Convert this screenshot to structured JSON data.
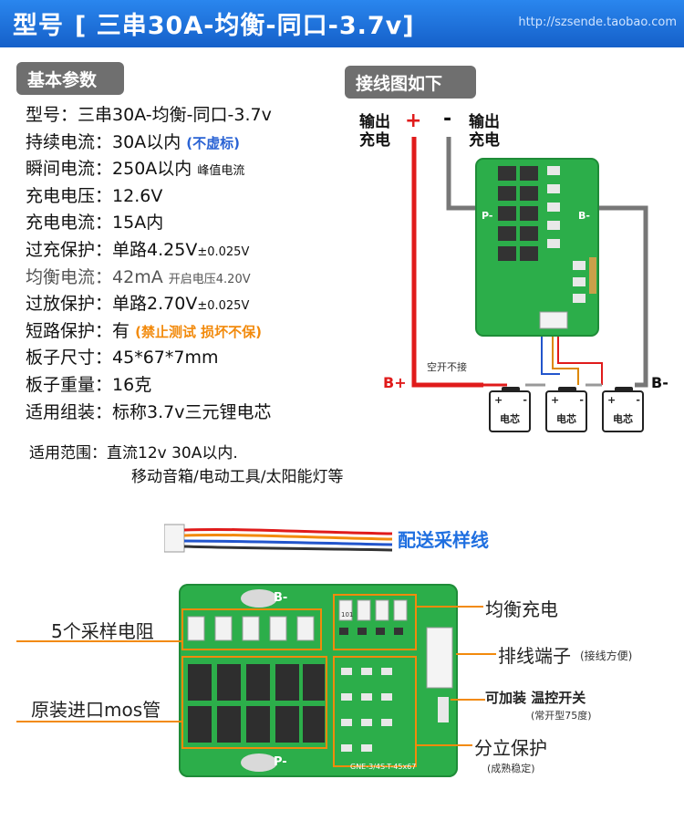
{
  "header": {
    "model_prefix": "型号",
    "model_title": "[ 三串30A-均衡-同口-3.7v]",
    "url": "http://szsende.taobao.com"
  },
  "sections": {
    "basic": "基本参数",
    "wiring": "接线图如下"
  },
  "specs": [
    {
      "key": "型号",
      "value": "三串30A-均衡-同口-3.7v"
    },
    {
      "key": "持续电流",
      "value": "30A以内",
      "note": "(不虚标)"
    },
    {
      "key": "瞬间电流",
      "value": "250A以内",
      "note": "峰值电流"
    },
    {
      "key": "充电电压",
      "value": "12.6V"
    },
    {
      "key": "充电电流",
      "value": "15A内"
    },
    {
      "key": "过充保护",
      "value": "单路4.25V",
      "note": "±0.025V"
    },
    {
      "key": "均衡电流",
      "value": "42mA",
      "note": "开启电压4.20V"
    },
    {
      "key": "过放保护",
      "value": "单路2.70V",
      "note": "±0.025V"
    },
    {
      "key": "短路保护",
      "value": "有",
      "note": "(禁止测试 损坏不保)"
    },
    {
      "key": "板子尺寸",
      "value": "45*67*7mm"
    },
    {
      "key": "板子重量",
      "value": "16克"
    },
    {
      "key": "适用组装",
      "value": "标称3.7v三元锂电芯"
    }
  ],
  "scope": {
    "key": "适用范围",
    "line1": "直流12v 30A以内.",
    "line2": "移动音箱/电动工具/太阳能灯等"
  },
  "wiring": {
    "out_pos_line1": "输出",
    "out_pos_line2": "充电",
    "out_neg_line1": "输出",
    "out_neg_line2": "充电",
    "plus_sign": "+",
    "minus_sign": "-",
    "b_plus": "B+",
    "b_minus": "B-",
    "nc_label": "空开不接",
    "pcb_p_label": "P-",
    "pcb_b_label": "B-",
    "cell_name": "电芯",
    "cell_plus": "+",
    "cell_minus": "-"
  },
  "cable": {
    "label": "配送采样线"
  },
  "board": {
    "annotations": {
      "sampling_resistors": "5个采样电阻",
      "mos": "原装进口mos管",
      "balance": "均衡充电",
      "connector": "排线端子",
      "connector_note": "(接线方便)",
      "temp_switch": "可加装 温控开关",
      "temp_note": "(常开型75度)",
      "discrete": "分立保护",
      "discrete_note": "(成熟稳定)"
    },
    "silk_b": "B-",
    "silk_p": "P-",
    "silk_code": "GNE-3/4S-T-45x67",
    "resistor_code": "101"
  },
  "colors": {
    "header_blue": "#1a6fd6",
    "badge_gray": "#6f6f6f",
    "pcb_green": "#2cae4a",
    "accent_orange": "#f28a0c",
    "accent_red": "#e01b1b",
    "accent_blue": "#2a63d4"
  }
}
